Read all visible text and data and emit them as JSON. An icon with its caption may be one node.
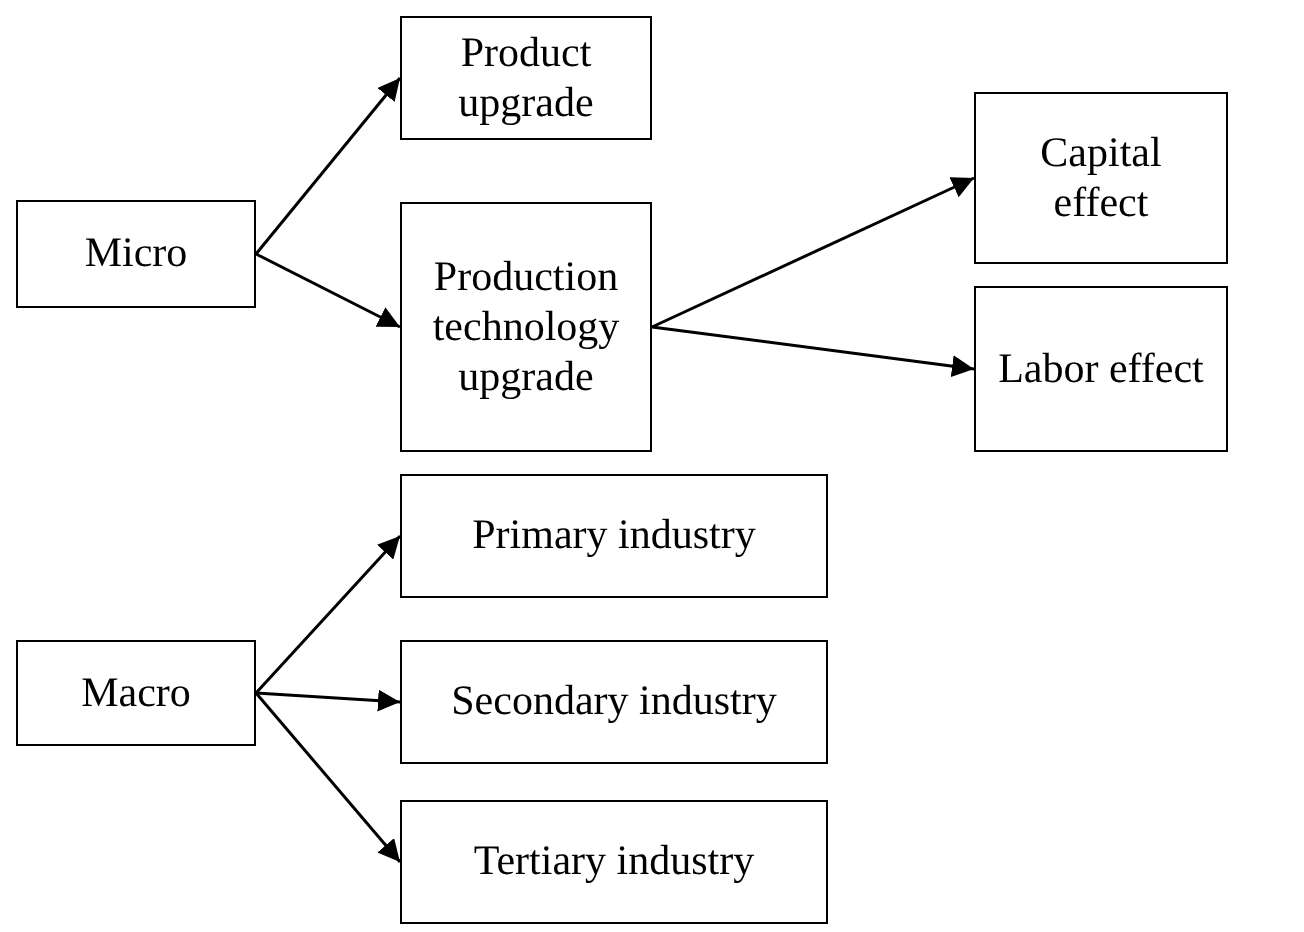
{
  "diagram": {
    "nodes": [
      {
        "text": [
          "Micro"
        ]
      },
      {
        "text": [
          "Product upgrade"
        ]
      },
      {
        "text": [
          "Production technology upgrade"
        ]
      },
      {
        "text": [
          "Capital effect"
        ]
      },
      {
        "text": [
          "Labor effect"
        ]
      },
      {
        "text": [
          "Macro"
        ]
      },
      {
        "text": [
          "Primary industry"
        ]
      },
      {
        "text": [
          "Secondary industry"
        ]
      },
      {
        "text": [
          "Tertiary industry"
        ]
      }
    ],
    "edges": [
      {
        "from": 0,
        "to": 1,
        "arrow": "to"
      },
      {
        "from": 0,
        "to": 2,
        "arrow": "to"
      },
      {
        "from": 2,
        "to": 3,
        "arrow": "to"
      },
      {
        "from": 2,
        "to": 4,
        "arrow": "to"
      },
      {
        "from": 5,
        "to": 6,
        "arrow": "to"
      },
      {
        "from": 5,
        "to": 7,
        "arrow": "to"
      },
      {
        "from": 5,
        "to": 8,
        "arrow": "to"
      }
    ]
  }
}
